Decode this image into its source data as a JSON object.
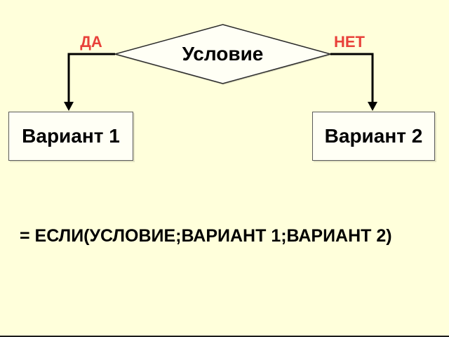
{
  "slide": {
    "background_color": "#FFFFDB",
    "shape_fill_color": "#FFFFF5",
    "connector_color": "#000000",
    "branch_label_color": "#E8413A"
  },
  "diagram": {
    "condition_label": "Условие",
    "yes_label": "ДА",
    "no_label": "НЕТ",
    "variant1_label": "Вариант 1",
    "variant2_label": "Вариант 2"
  },
  "formula": {
    "text": "= ЕСЛИ(УСЛОВИЕ;ВАРИАНТ 1;ВАРИАНТ 2)"
  }
}
